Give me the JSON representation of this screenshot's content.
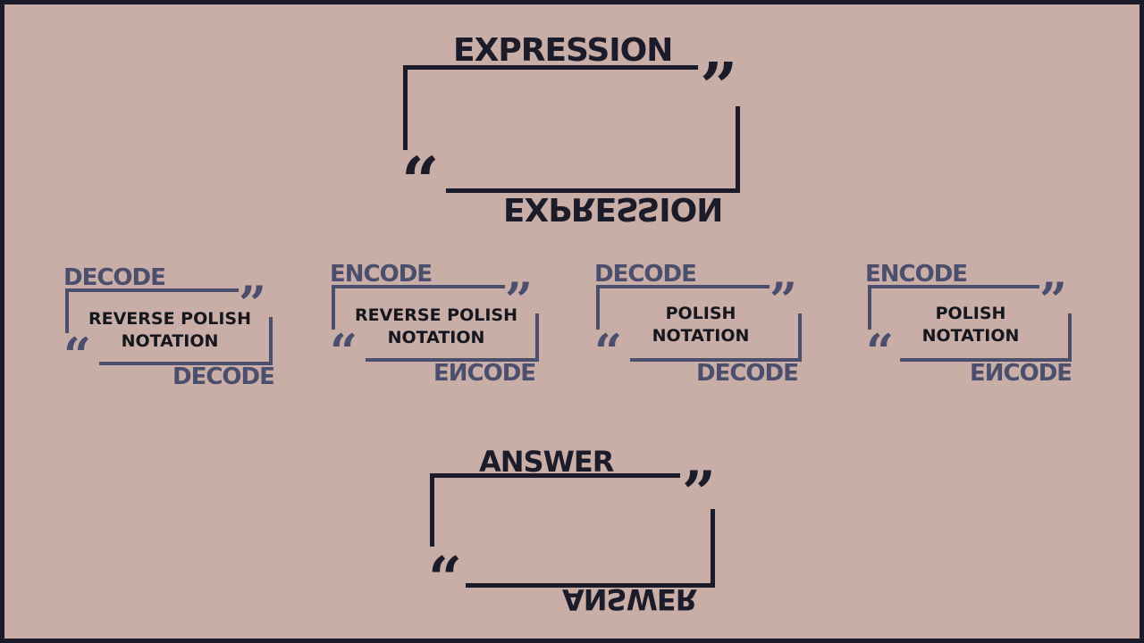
{
  "expression_box": {
    "label": "EXPRESSION",
    "label_mirrored": "EXPRESSION",
    "open_quote": "“",
    "close_quote": "”",
    "content": ""
  },
  "converters": [
    {
      "action": "DECODE",
      "action_mirrored": "DECODE",
      "content": "REVERSE POLISH NOTATION"
    },
    {
      "action": "ENCODE",
      "action_mirrored": "ENCODE",
      "content": "REVERSE POLISH NOTATION"
    },
    {
      "action": "DECODE",
      "action_mirrored": "DECODE",
      "content": "POLISH NOTATION"
    },
    {
      "action": "ENCODE",
      "action_mirrored": "ENCODE",
      "content": "POLISH NOTATION"
    }
  ],
  "answer_box": {
    "label": "ANSWER",
    "label_mirrored": "ANSWER",
    "content": ""
  },
  "quotes": {
    "open": "“",
    "close": "”"
  },
  "colors": {
    "background": "#c8aea7",
    "border": "#1b1b29",
    "converter_frame": "#4c4e6e",
    "text": "#16161f"
  }
}
